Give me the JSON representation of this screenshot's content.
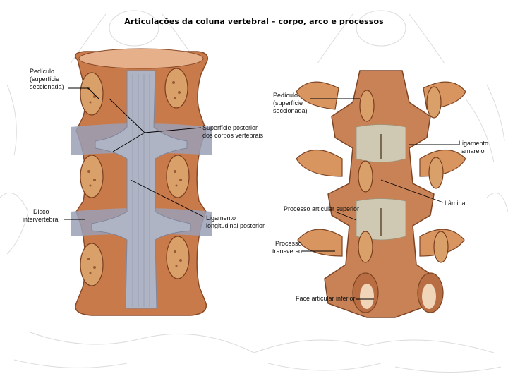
{
  "title": "Articulações da coluna vertebral – corpo, arco e processos",
  "left_labels": {
    "pediculo": [
      "Pedículo",
      "(superfície",
      "seccionada)"
    ],
    "superficie": [
      "Superfície posterior",
      "dos corpos vertebrais"
    ],
    "disco": [
      "Disco",
      "intervertebral"
    ],
    "ligamento": [
      "Ligamento",
      "longitudinal posterior"
    ]
  },
  "right_labels": {
    "pediculo": [
      "Pedículo",
      "(superfície",
      "seccionada)"
    ],
    "amarelo": [
      "Ligamento",
      "amarelo"
    ],
    "lamina": [
      "Lâmina"
    ],
    "processo_articular": [
      "Processo articular superior"
    ],
    "processo_transverso": [
      "Processo",
      "transverso"
    ],
    "face_articular": [
      "Face articular inferior"
    ]
  },
  "colors": {
    "bone": "#c97a4a",
    "bone_light": "#e6b08a",
    "ligament": "#aeb4c4",
    "disc": "#9aa0b6",
    "marrow": "#d9a06a"
  }
}
